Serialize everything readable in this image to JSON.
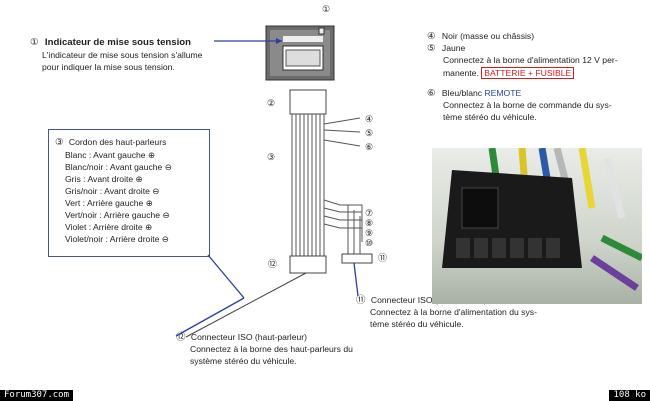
{
  "callouts": {
    "c1": {
      "num": "①",
      "title": "Indicateur de mise sous tension",
      "desc1": "L'indicateur de mise sous tension s'allume",
      "desc2": "pour indiquer la mise sous tension."
    },
    "c4": {
      "num": "④",
      "text": "Noir (masse ou châssis)"
    },
    "c5": {
      "num": "⑤",
      "text": "Jaune",
      "desc1": "Connectez à la borne d'alimentation 12 V per-",
      "desc2_prefix": "manente.",
      "highlight": "BATTERIE + FUSIBLE"
    },
    "c6": {
      "num": "⑥",
      "text_prefix": "Bleu/blanc",
      "text_highlight": "REMOTE",
      "desc1": "Connectez à la borne de commande du sys-",
      "desc2": "tème stéréo du véhicule."
    },
    "c3": {
      "num": "③",
      "title": "Cordon des haut-parleurs",
      "items": [
        "Blanc : Avant gauche ⊕",
        "Blanc/noir : Avant gauche ⊖",
        "Gris : Avant droite ⊕",
        "Gris/noir : Avant droite ⊖",
        "Vert : Arrière gauche ⊕",
        "Vert/noir : Arrière gauche ⊖",
        "Violet : Arrière droite ⊕",
        "Violet/noir : Arrière droite ⊖"
      ]
    },
    "c11": {
      "num": "⑪",
      "title": "Connecteur ISO (alimentation)",
      "desc1": "Connectez à la borne d'alimentation du sys-",
      "desc2": "tème stéréo du véhicule."
    },
    "c12": {
      "num": "⑫",
      "title": "Connecteur ISO (haut-parleur)",
      "desc1": "Connectez à la borne des haut-parleurs du",
      "desc2": "système stéréo du véhicule."
    }
  },
  "diagram_labels": {
    "l1": "①",
    "l2": "②",
    "l3": "③",
    "l4": "④",
    "l5": "⑤",
    "l6": "⑥",
    "l7": "⑦",
    "l8": "⑧",
    "l9": "⑨",
    "l10": "⑩",
    "l11": "⑪",
    "l12": "⑫"
  },
  "footer": {
    "left": "Forum307.com",
    "right": "108 ko"
  },
  "colors": {
    "accent_blue": "#2b3f9c",
    "highlight_red": "#d21d1d"
  }
}
